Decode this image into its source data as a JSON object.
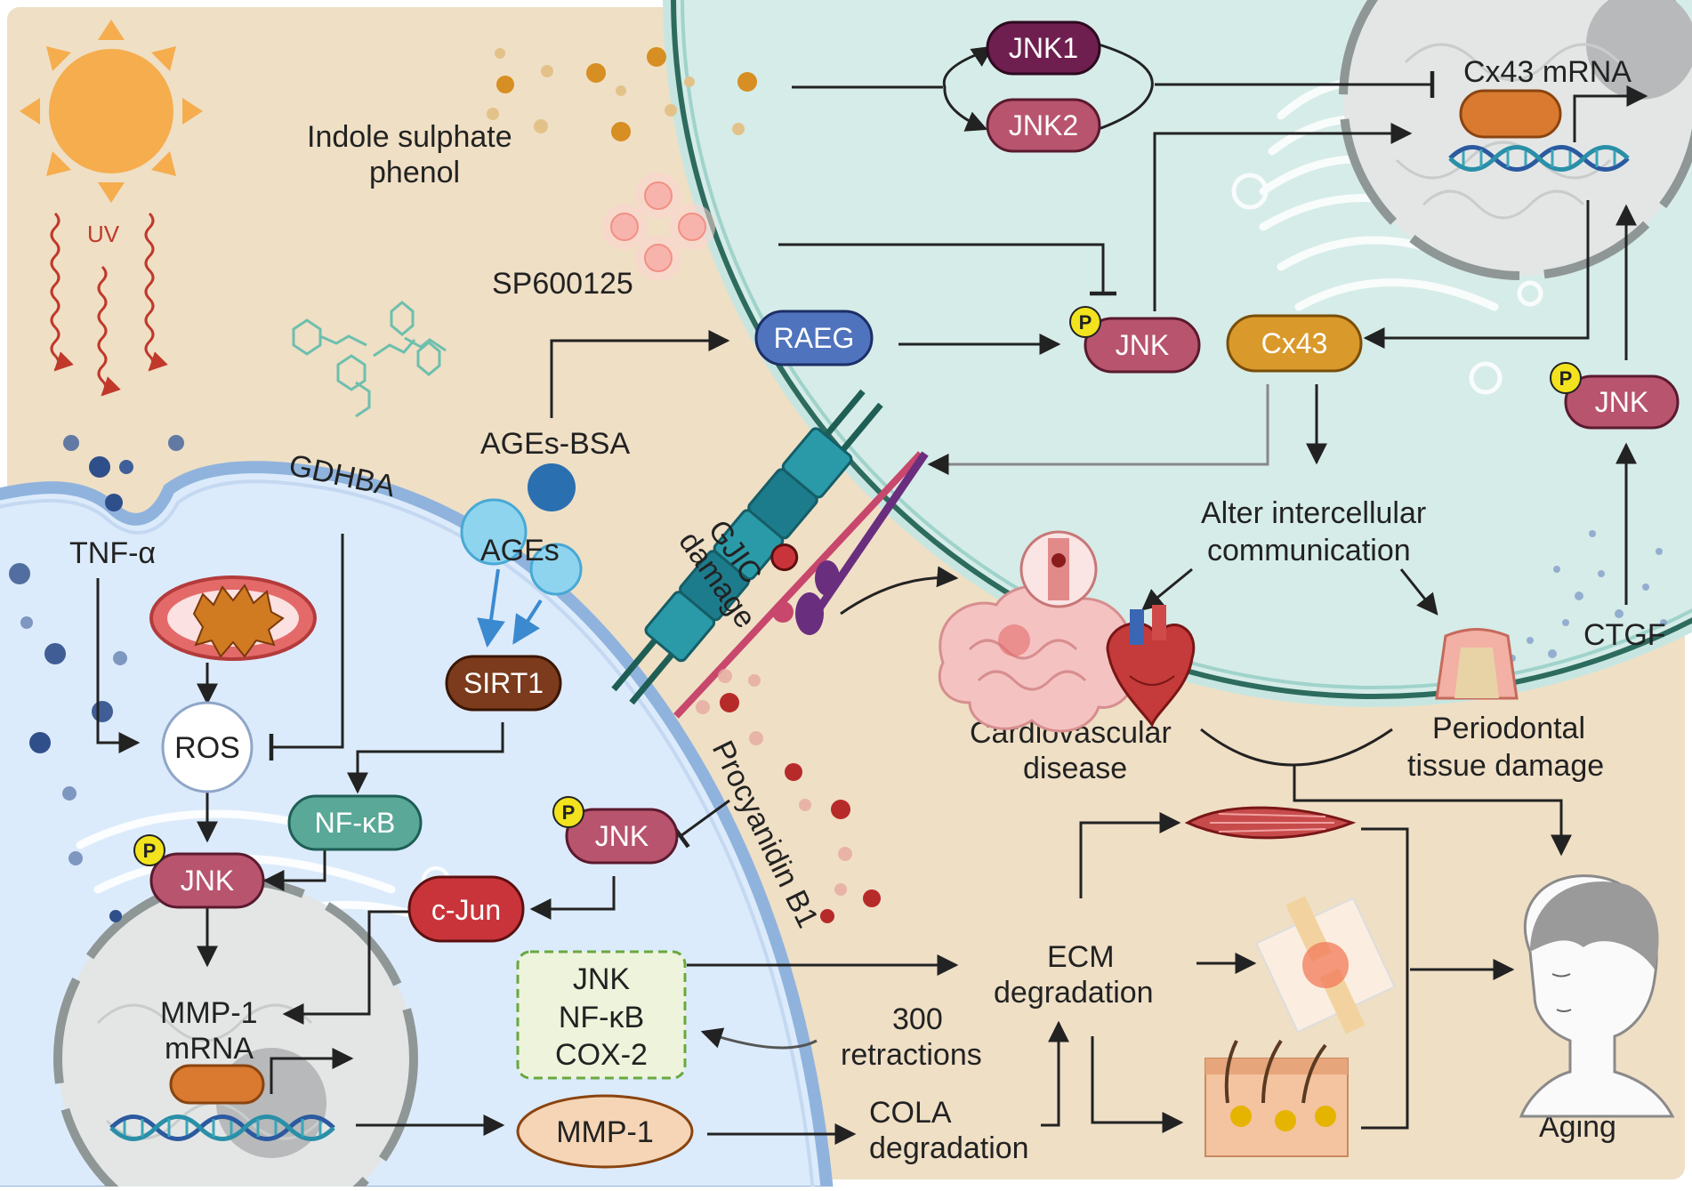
{
  "colors": {
    "background": "#efdfc5",
    "left_cell": "#dcebfb",
    "left_membrane": "#8fb3dd",
    "right_cell": "#d6ece8",
    "right_membrane": "#2d6b5e",
    "jnk": "#b8546e",
    "jnk1": "#6e1f4f",
    "raeg": "#4f73bd",
    "cx43": "#d99a2b",
    "sirt1": "#7b3b1c",
    "nfkb": "#5aa898",
    "cjun": "#c9343a",
    "mmp1": "#f5d5b5",
    "phospho": "#f2e31e",
    "ros": "#ffffff",
    "uv_wave": "#c0392b",
    "sun": "#f5ad4e"
  },
  "icons": [
    "sun-icon",
    "uv-wave-icon",
    "mitochondrion-icon",
    "dna-icon",
    "gap-junction-icon",
    "brain-icon",
    "heart-icon",
    "tooth-icon",
    "muscle-icon",
    "knee-joint-icon",
    "skin-icon",
    "aging-face-icon",
    "molecule-icon"
  ],
  "labels": {
    "uv": "UV",
    "tnf": "TNF-α",
    "gdhba": "GDHBA",
    "indole": [
      "Indole sulphate",
      "phenol"
    ],
    "sp600125": "SP600125",
    "ages_bsa": "AGEs-BSA",
    "ages": "AGEs",
    "gjic": [
      "GJIC",
      "damage"
    ],
    "procyanidin": "Procyanidin B1",
    "alter": [
      "Alter intercellular",
      "communication"
    ],
    "cardio": [
      "Cardiovascular",
      "disease"
    ],
    "periodontal": [
      "Periodontal",
      "tissue damage"
    ],
    "ctgf": "CTGF",
    "aging": "Aging",
    "ecm": [
      "ECM",
      "degradation"
    ],
    "retractions": [
      "300",
      "retractions"
    ],
    "cola": [
      "COLA",
      "degradation"
    ],
    "mmp1_mrna": [
      "MMP-1",
      "mRNA"
    ],
    "cx43_mrna": "Cx43 mRNA",
    "p": "P"
  },
  "nodes": {
    "jnk1": "JNK1",
    "jnk2": "JNK2",
    "raeg": "RAEG",
    "jnk": "JNK",
    "cx43": "Cx43",
    "sirt1": "SIRT1",
    "nfkb": "NF-κB",
    "cjun": "c-Jun",
    "ros": "ROS",
    "mmp1": "MMP-1",
    "box": [
      "JNK",
      "NF-κB",
      "COX-2"
    ]
  }
}
